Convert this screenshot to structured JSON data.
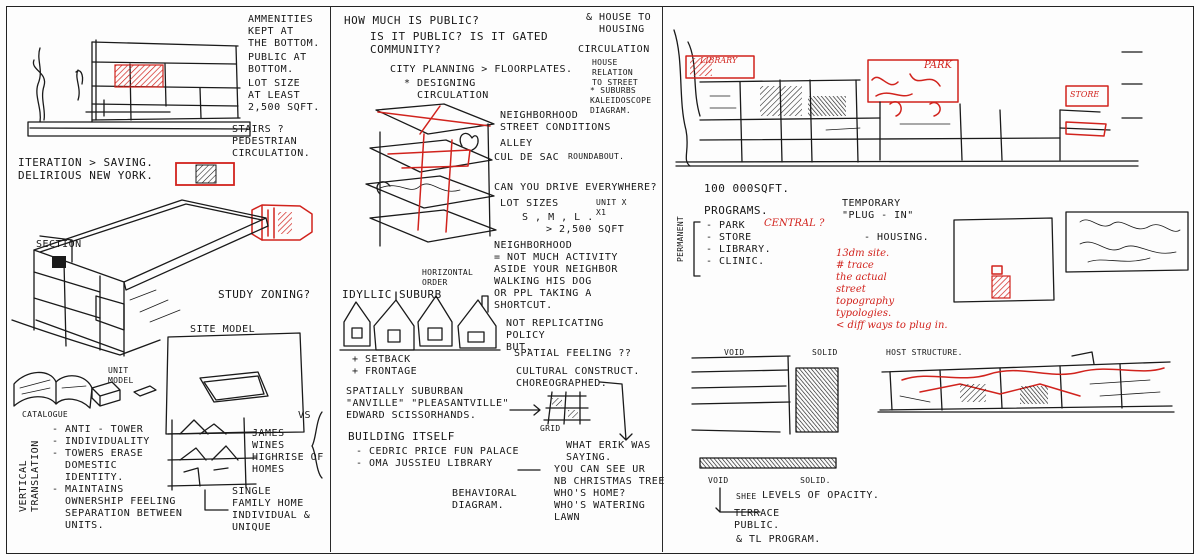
{
  "colors": {
    "ink": "#1a1a1a",
    "red": "#d1231d",
    "paper": "#fdfdfd"
  },
  "left_panel": {
    "amenities": "AMMENITIES\nKEPT AT\nTHE BOTTOM.",
    "public_bottom": "PUBLIC AT\nBOTTOM.",
    "lot_size": "LOT SIZE\nAT LEAST\n2,500 SQFT.",
    "stairs": "STAIRS ?\nPEDESTRIAN\nCIRCULATION.",
    "iteration": "ITERATION > SAVING.\nDELIRIOUS NEW YORK.",
    "section": "SECTION",
    "study_zoning": "STUDY ZONING?",
    "site_model": "SITE MODEL",
    "unit_model": "UNIT\nMODEL",
    "catalogue": "CATALOGUE",
    "vertical_translation": "VERTICAL\nTRANSLATION",
    "anti_tower": "- ANTI - TOWER\n- INDIVIDUALITY\n- TOWERS ERASE\n  DOMESTIC\n  IDENTITY.\n- MAINTAINS\n  OWNERSHIP FEELING\n  SEPARATION BETWEEN\n  UNITS.",
    "vs": "VS",
    "james_wines": "JAMES\nWINES\nHIGHRISE OF\nHOMES",
    "single_family": "SINGLE\nFAMILY HOME\nINDIVIDUAL &\nUNIQUE"
  },
  "middle_panel": {
    "how_much_public": "HOW MUCH IS PUBLIC?",
    "gated": "IS IT PUBLIC? IS IT GATED\nCOMMUNITY?",
    "house_to_housing": "& HOUSE TO\n  HOUSING",
    "circulation": "CIRCULATION",
    "city_planning": "CITY PLANNING > FLOORPLATES.",
    "designing": "* DESIGNING\n  CIRCULATION",
    "house_relation": "HOUSE\nRELATION\nTO STREET",
    "suburbs": "* SUBURBS\nKALEIDOSCOPE\nDIAGRAM.",
    "neighborhood_conditions": "NEIGHBORHOOD\nSTREET CONDITIONS",
    "alley": "ALLEY",
    "cul_de_sac": "CUL DE SAC",
    "roundabout": "ROUNDABOUT.",
    "drive": "CAN YOU DRIVE EVERYWHERE?",
    "lot_sizes": "LOT SIZES",
    "sml": "S , M , L .",
    "unit_x": "UNIT X\nX1",
    "sqft_2500": "> 2,500 SQFT",
    "neighborhood_note": "NEIGHBORHOOD\n= NOT MUCH ACTIVITY\nASIDE YOUR NEIGHBOR\nWALKING HIS DOG\nOR PPL TAKING A\nSHORTCUT.",
    "horizontal_order": "HORIZONTAL\nORDER",
    "idyllic": "IDYLLIC SUBURB",
    "setback": "+ SETBACK\n+ FRONTAGE",
    "not_replicating": "NOT REPLICATING\nPOLICY\nBUT.",
    "spatial_feeling": "SPATIAL FEELING ??",
    "cultural": "CULTURAL CONSTRUCT.\nCHOREOGRAPHED.",
    "spatially_suburban": "SPATIALLY SUBURBAN\n\"ANVILLE\" \"PLEASANTVILLE\"\nEDWARD SCISSORHANDS.",
    "grid": "GRID",
    "building_itself": "BUILDING ITSELF",
    "fun_palace": "- CEDRIC PRICE FUN PALACE\n- OMA JUSSIEU LIBRARY",
    "what_erik": "WHAT ERIK WAS\nSAYING.",
    "see_neighbor": "YOU CAN SEE UR\nNB CHRISTMAS TREE\nWHO'S HOME?\nWHO'S WATERING\nLAWN",
    "behavioral": "BEHAVIORAL\nDIAGRAM."
  },
  "right_panel": {
    "library_tag": "LIBRARY",
    "park_tag": "PARK",
    "store_tag": "STORE",
    "sqft_100k": "100 000SQFT.",
    "programs": "PROGRAMS.",
    "permanent": "PERMANENT",
    "program_list": "- PARK\n- STORE\n- LIBRARY.\n- CLINIC.",
    "central": "CENTRAL ?",
    "temporary": "TEMPORARY\n\"PLUG - IN\"",
    "housing": "- HOUSING.",
    "red_notes": "13dm site.\n# trace\nthe actual\nstreet\ntopography\ntypologies.\n< diff ways to plug in.",
    "void": "VOID",
    "solid": "SOLID",
    "host_structure": "HOST STRUCTURE.",
    "void_solid_2": "VOID              SOLID.",
    "levels_opacity": "LEVELS OF OPACITY.",
    "strike": "SHEE",
    "terrace": "TERRACE\nPUBLIC.",
    "tl_program": "& TL PROGRAM."
  }
}
